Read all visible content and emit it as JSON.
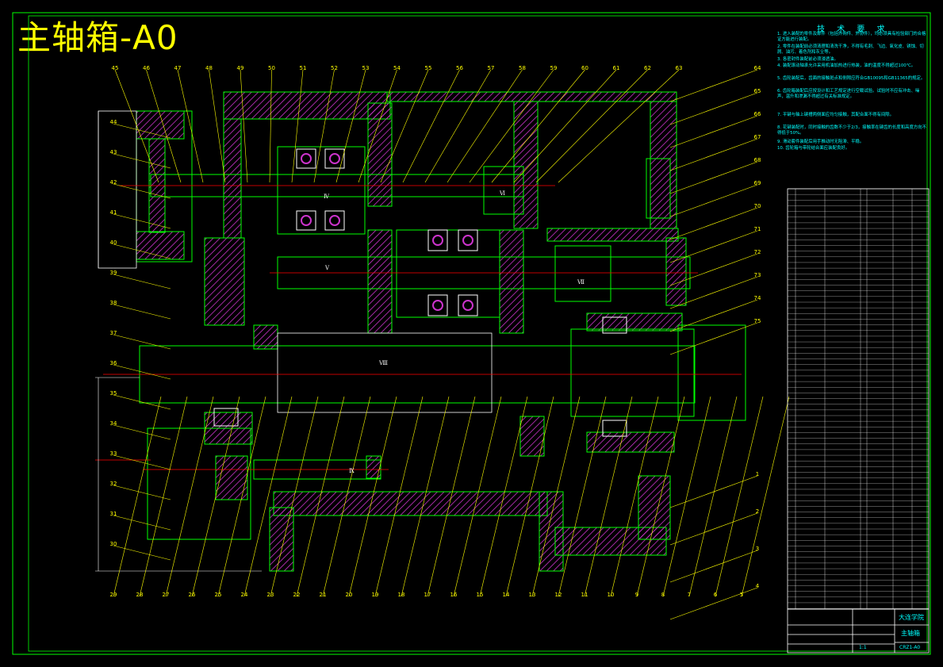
{
  "drawing": {
    "title": "主轴箱-A0",
    "tech_requirements_title": "技 术 要 求",
    "tech_requirements": [
      "1. 进入装配的零件及部件（包括外购件、外协件），均必须具有检验部门的合格证方能进行装配。",
      "2. 零件在装配前必须清理和清洗干净，不得有毛刺、飞边、氧化皮、锈蚀、切屑、油污、着色剂和灰尘等。",
      "3. 各密封件装配前必须浸透油。",
      "4. 装配滚动轴承允许采用机油加热进行热装，油的温度不得超过100℃。",
      "5. 齿轮装配后，齿面的接触斑点和侧隙应符合GB10095和GB11365的规定。",
      "6. 齿轮箱装配后应按设计和工艺规定进行空载试验。试验时不应有冲击、噪声，温升和渗漏不得超过有关标准规定。",
      "7. 平键与轴上键槽两侧面应均匀接触，其配合面不得有间隙。",
      "8. 花键装配时，同时接触的齿数不少于2/3，接触率在键齿的长度和高度方向不得低于50%。",
      "9. 滑动套件装配后用手推动时无阻滞、平稳。",
      "10. 齿轮箱与带轮结合面应装配良好。"
    ],
    "shaft_labels": [
      "Ⅳ",
      "Ⅴ",
      "Ⅵ",
      "Ⅶ",
      "Ⅷ",
      "Ⅸ"
    ],
    "balloons_top": [
      "45",
      "46",
      "47",
      "48",
      "49",
      "50",
      "51",
      "52",
      "53",
      "54",
      "55",
      "56",
      "57",
      "58",
      "59",
      "60",
      "61",
      "62",
      "63"
    ],
    "balloons_right": [
      "64",
      "65",
      "66",
      "67",
      "68",
      "69",
      "70",
      "71",
      "72",
      "73",
      "74",
      "75",
      "1",
      "2",
      "3",
      "4"
    ],
    "balloons_bottom": [
      "29",
      "28",
      "27",
      "26",
      "25",
      "24",
      "23",
      "22",
      "21",
      "20",
      "19",
      "18",
      "17",
      "16",
      "15",
      "14",
      "13",
      "12",
      "11",
      "10",
      "9",
      "8",
      "7",
      "6",
      "5"
    ],
    "balloons_left": [
      "44",
      "43",
      "42",
      "41",
      "40",
      "39",
      "38",
      "37",
      "36",
      "35",
      "34",
      "33",
      "32",
      "31",
      "30"
    ],
    "title_block": {
      "school": "大连学院",
      "drawing_name": "主轴箱",
      "drawing_no": "CRZ1-A0",
      "scale_label": "1:1"
    }
  },
  "colors": {
    "background": "#000000",
    "outline": "#00ff00",
    "hatch": "#cc33cc",
    "text": "#00ffff",
    "leader": "#ffff00",
    "center": "#ff0000",
    "white": "#ffffff"
  }
}
